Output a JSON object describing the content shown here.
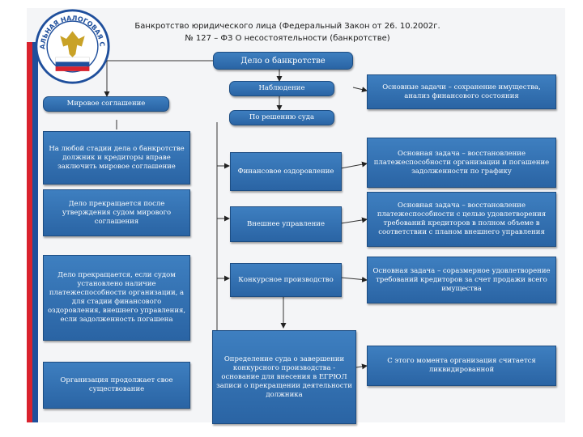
{
  "title": {
    "line1": "Банкротство юридического лица (Федеральный Закон от 26. 10.2002г.",
    "line2": "№ 127 – ФЗ О несостоятельности (банкротстве)"
  },
  "logo": {
    "text": "ФЕДЕРАЛЬНАЯ НАЛОГОВАЯ СЛУЖБА",
    "colors": {
      "ring": "#1f4f9c",
      "eagle": "#c9a227",
      "flag_white": "#ffffff",
      "flag_blue": "#1f4f9c",
      "flag_red": "#d9232e"
    }
  },
  "nodes": {
    "delo": "Дело о банкротстве",
    "nabl": "Наблюдение",
    "mirovoe": "Мировое соглашение",
    "resh": "По решению суда",
    "nabl_zadachi": "Основные задачи – сохранение имущества, анализ финансового состояния",
    "left1": "На любой стадии дела о банкротстве должник и кредиторы вправе заключить мировое соглашение",
    "fin": "Финансовое оздоровление",
    "fin_zadacha": "Основная задача – восстановление платежеспособности организации и погашение задолженности по графику",
    "left2": "Дело прекращается после утверждения судом мирового соглашения",
    "vnesh": "Внешнее управление",
    "vnesh_zadacha": "Основная задача – восстановление платежеспособности с целью удовлетворения требований кредиторов в полном объеме в соответствии с планом внешнего управления",
    "left3": "Дело прекращается, если судом установлено наличие платежеспособности организации, а для стадии финансового оздоровления, внешнего управления, если задолженность погашена",
    "konk": "Конкурсное производство",
    "konk_zadacha": "Основная задача – соразмерное удовлетворение требований кредиторов за счет продажи всего имущества",
    "left4": "Организация продолжает свое существование",
    "opred": "Определение суда о завершении конкурсного производства - основание для внесения в ЕГРЮЛ записи о прекращении деятельности должника",
    "likv": "С этого момента организация считается ликвидированной"
  },
  "colors": {
    "box_fill": "#3e7fc0",
    "box_border": "#1d4d82",
    "box_text": "#ffffff",
    "accent_red": "#d9232e",
    "accent_blue": "#1f4f9c"
  }
}
